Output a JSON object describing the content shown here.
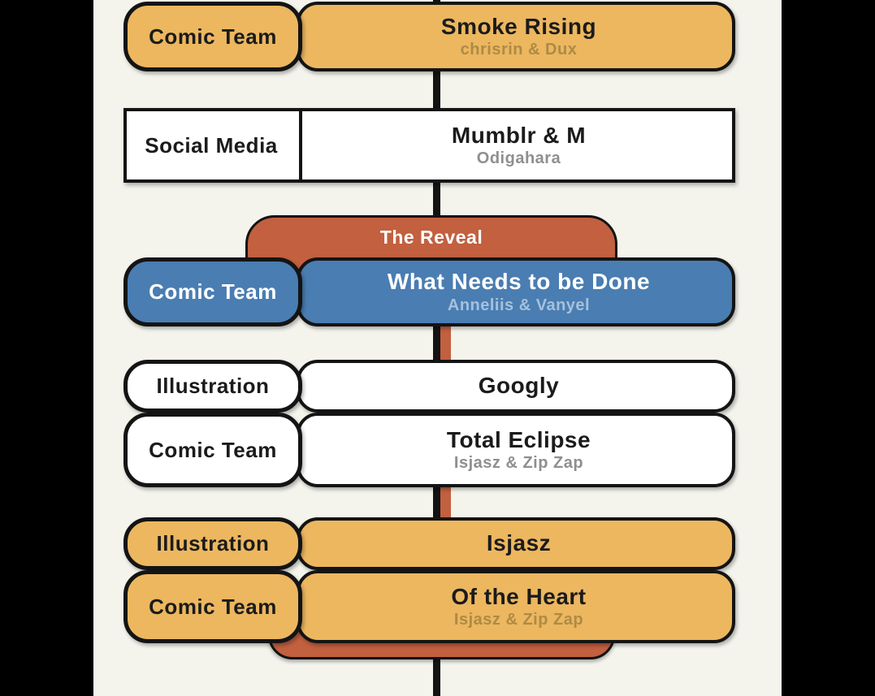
{
  "page": {
    "background_color": "#f4f4ed",
    "frame_color": "#000000"
  },
  "timeline": {
    "main_spine_color": "#131313",
    "group_spine_color": "#c2603f"
  },
  "reveal_group": {
    "title": "The Reveal",
    "color": "#c2603f"
  },
  "rows": [
    {
      "label": "Comic Team",
      "title": "Smoke Rising",
      "subtitle": "chrisrin & Dux",
      "card_color": "#ecb75f"
    },
    {
      "label": "Social Media",
      "title": "Mumblr & M",
      "subtitle": "Odigahara",
      "card_color": "#ffffff"
    },
    {
      "label": "Comic Team",
      "title": "What Needs to be Done",
      "subtitle": "Anneliis & Vanyel",
      "card_color": "#4a7db2"
    },
    {
      "label": "Illustration",
      "title": "Googly",
      "card_color": "#ffffff"
    },
    {
      "label": "Comic Team",
      "title": "Total Eclipse",
      "subtitle": "Isjasz & Zip Zap",
      "card_color": "#ffffff"
    },
    {
      "label": "Illustration",
      "title": "Isjasz",
      "card_color": "#ecb75f"
    },
    {
      "label": "Comic Team",
      "title": "Of the Heart",
      "subtitle": "Isjasz & Zip Zap",
      "card_color": "#ecb75f"
    }
  ],
  "colors": {
    "orange_card": "#ecb75f",
    "white_card": "#ffffff",
    "blue_card": "#4a7db2",
    "terracotta": "#c2603f",
    "orange_subtitle": "#ad8b45",
    "gray_subtitle": "#8f8f8f",
    "blue_subtitle": "#a5c1dc"
  }
}
